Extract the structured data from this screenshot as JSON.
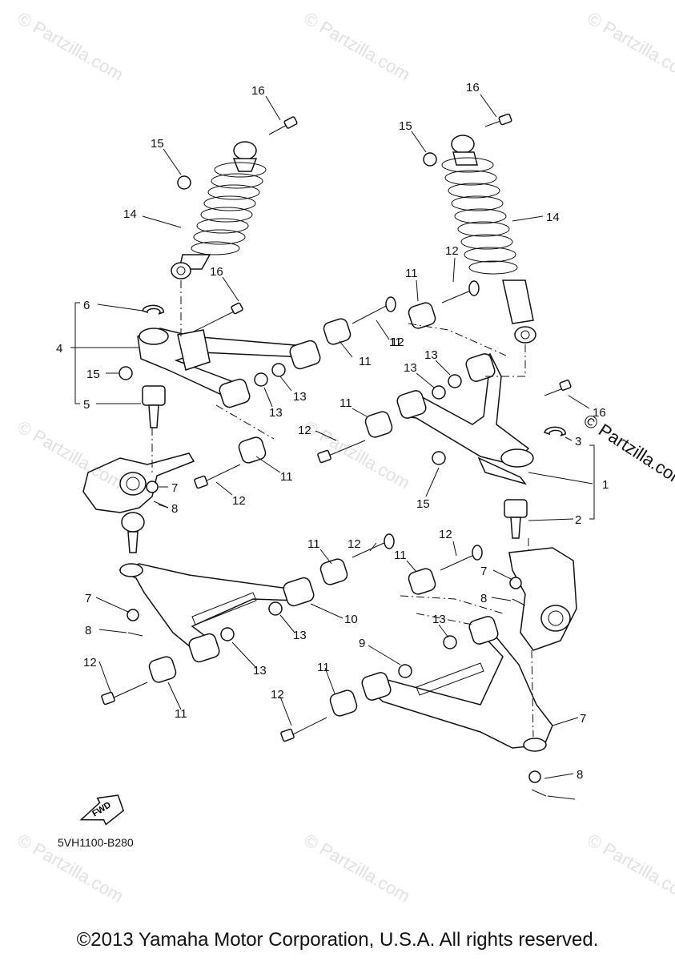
{
  "diagram": {
    "part_code": "5VH1100-B280",
    "fwd_label": "FWD",
    "watermark": "© Partzilla.com",
    "brand_mark": "© Partzilla.com",
    "copyright": "©2013 Yamaha Motor Corporation, U.S.A. All rights reserved.",
    "callouts": [
      "16",
      "15",
      "14",
      "16",
      "6",
      "4",
      "15",
      "5",
      "7",
      "8",
      "12",
      "11",
      "13",
      "13",
      "11",
      "12",
      "16",
      "15",
      "14",
      "11",
      "12",
      "13",
      "13",
      "11",
      "12",
      "11",
      "16",
      "3",
      "1",
      "15",
      "2",
      "12",
      "11",
      "11",
      "12",
      "7",
      "8",
      "7",
      "8",
      "13",
      "10",
      "13",
      "13",
      "11",
      "12",
      "11",
      "12",
      "9",
      "7",
      "8"
    ]
  }
}
